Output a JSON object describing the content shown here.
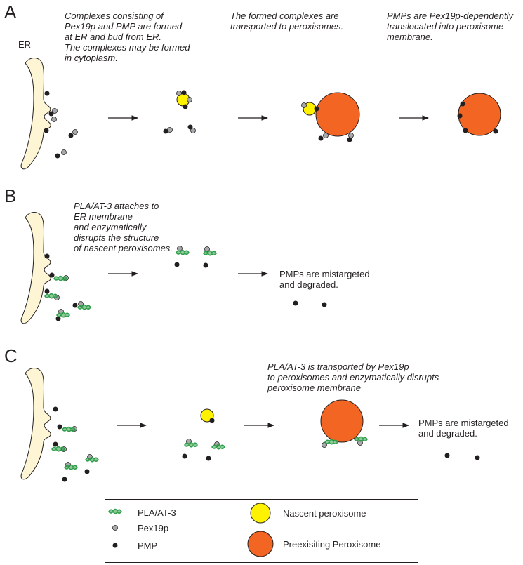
{
  "panels": {
    "A": {
      "letter": "A",
      "er_label": "ER",
      "step1_caption": "Complexes consisting of\nPex19p and PMP are formed\nat ER and  bud from ER.\nThe complexes may be formed\nin cytoplasm.",
      "step2_caption": "The formed complexes are\ntransported to peroxisomes.",
      "step3_caption": "PMPs are Pex19p-dependently\ntranslocated into peroxisome\nmembrane."
    },
    "B": {
      "letter": "B",
      "step1_caption": "PLA/AT-3 attaches to\nER membrane\nand enzymatically\ndisrupts the structure\nof nascent peroxisomes.",
      "outcome": "PMPs are mistargeted\nand degraded."
    },
    "C": {
      "letter": "C",
      "step2_caption": "PLA/AT-3 is transported by Pex19p\nto peroxisomes and enzymatically disrupts\nperoxisome membrane",
      "outcome": "PMPs are mistargeted\nand degraded."
    }
  },
  "legend": {
    "pla": "PLA/AT-3",
    "pex19p": "Pex19p",
    "pmp": "PMP",
    "nascent": "Nascent peroxisome",
    "preexisting": "Preexisiting Peroxisome"
  },
  "colors": {
    "er_fill": "#fdf5d3",
    "outline": "#231f20",
    "pex19p": "#a7a9ac",
    "pmp": "#231f20",
    "nascent_peroxisome": "#fff200",
    "preexisting_peroxisome": "#f26522",
    "pla_at3": "#2e9e48"
  },
  "icons": {
    "pla": "green-enzyme-squiggle",
    "pex19p": "grey-dot",
    "pmp": "black-dot",
    "nascent": "yellow-circle",
    "preexisting": "orange-circle"
  }
}
